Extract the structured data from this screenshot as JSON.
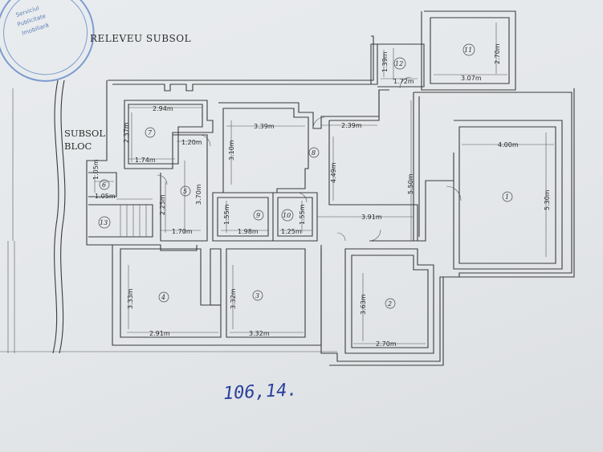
{
  "plan": {
    "title": "RELEVEU SUBSOL",
    "bloc_label_1": "SUBSOL",
    "bloc_label_2": "BLOC",
    "total_area": "106,14."
  },
  "stamp": {
    "lines": [
      "Serviciul",
      "Publicitate",
      "Imobiliară"
    ]
  },
  "rooms": [
    {
      "num": "1",
      "dims": [
        "4.00m",
        "5.30m"
      ]
    },
    {
      "num": "2",
      "dims": [
        "2.70m",
        "3.63m"
      ]
    },
    {
      "num": "3",
      "dims": [
        "3.32m",
        "3.32m"
      ]
    },
    {
      "num": "4",
      "dims": [
        "2.91m",
        "3.33m"
      ]
    },
    {
      "num": "5",
      "dims": [
        "3.70m",
        "2.25m"
      ]
    },
    {
      "num": "6",
      "dims": [
        "1.05m",
        "1.05m"
      ]
    },
    {
      "num": "7",
      "dims": [
        "2.94m",
        "2.37m",
        "1.74m"
      ]
    },
    {
      "num": "8",
      "dims": [
        "3.39m",
        "3.10m",
        "2.39m",
        "4.49m",
        "3.91m"
      ]
    },
    {
      "num": "9",
      "dims": [
        "1.98m",
        "1.55m"
      ]
    },
    {
      "num": "10",
      "dims": [
        "1.25m",
        "1.55m"
      ]
    },
    {
      "num": "11",
      "dims": [
        "3.07m",
        "2.70m"
      ]
    },
    {
      "num": "12",
      "dims": [
        "1.72m",
        "1.39m"
      ]
    },
    {
      "num": "13",
      "dims": []
    }
  ],
  "other_dims": [
    "1.20m",
    "1.70m",
    "5.50m"
  ]
}
